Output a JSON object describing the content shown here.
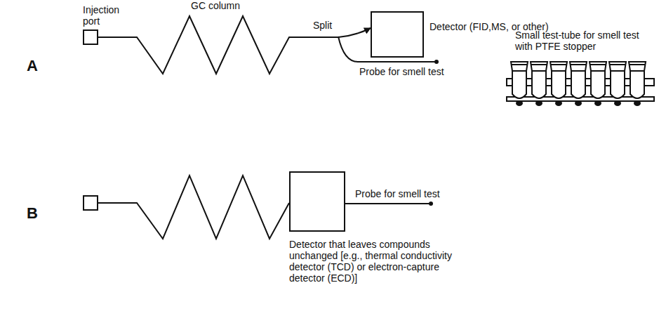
{
  "diagram": {
    "nodes": [
      {
        "text": [
          "Injection port"
        ]
      },
      {
        "text": [
          "Detector (FID,MS, or other)"
        ]
      },
      {
        "text": [
          "Detector that leaves compounds unchanged [e.g., thermal conductivity detector (TCD) or electron-capture detector (ECD)]"
        ]
      }
    ],
    "edges": [
      {
        "from": 0,
        "to": 1,
        "arrow": "to"
      }
    ],
    "labels": [
      "A",
      "GC column",
      "Split",
      "Probe for smell test",
      "B",
      "Probe for smell test",
      "Small test-tube for smell test with PTFE stopper"
    ]
  }
}
